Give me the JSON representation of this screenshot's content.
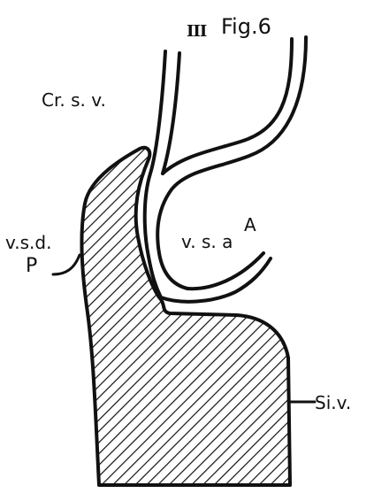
{
  "figure": {
    "title": "Fig.6",
    "roman_numeral": "III",
    "labels": {
      "cr_s_v": "Cr. s. v.",
      "v_s_d": "v.s.d.",
      "p": "P",
      "v_s_a": "v. s. a",
      "a": "A",
      "si_v": "Si.v."
    }
  }
}
